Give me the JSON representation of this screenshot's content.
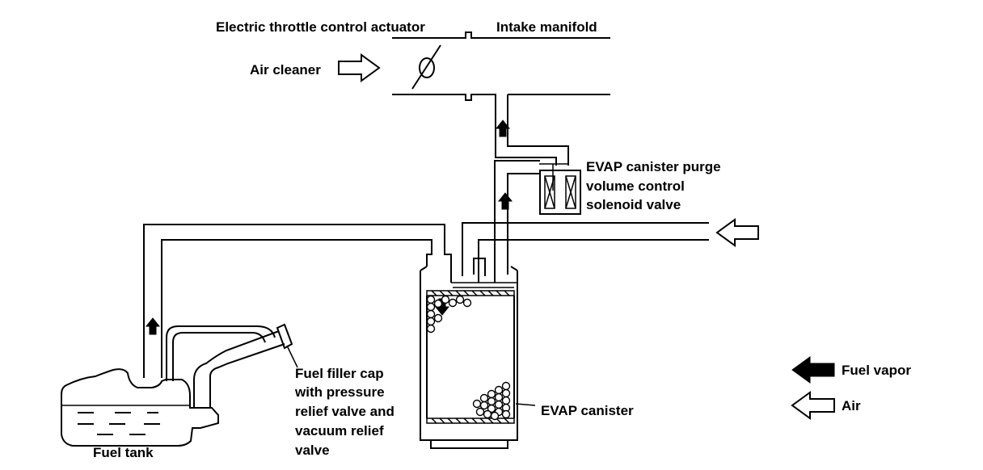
{
  "labels": {
    "throttle": "Electric throttle control actuator",
    "intake": "Intake manifold",
    "air_cleaner": "Air cleaner",
    "purge_1": "EVAP canister purge",
    "purge_2": "volume control",
    "purge_3": "solenoid valve",
    "filler_1": "Fuel filler cap",
    "filler_2": "with pressure",
    "filler_3": "relief valve and",
    "filler_4": "vacuum relief",
    "filler_5": "valve",
    "canister": "EVAP canister",
    "fuel_tank": "Fuel tank"
  },
  "legend": {
    "fuel_vapor": "Fuel vapor",
    "air": "Air"
  },
  "icons": {
    "fuel_vapor_arrow": "solid-black-arrow-icon",
    "air_arrow": "outline-arrow-icon"
  },
  "colors": {
    "line": "#000000",
    "background": "#ffffff"
  }
}
